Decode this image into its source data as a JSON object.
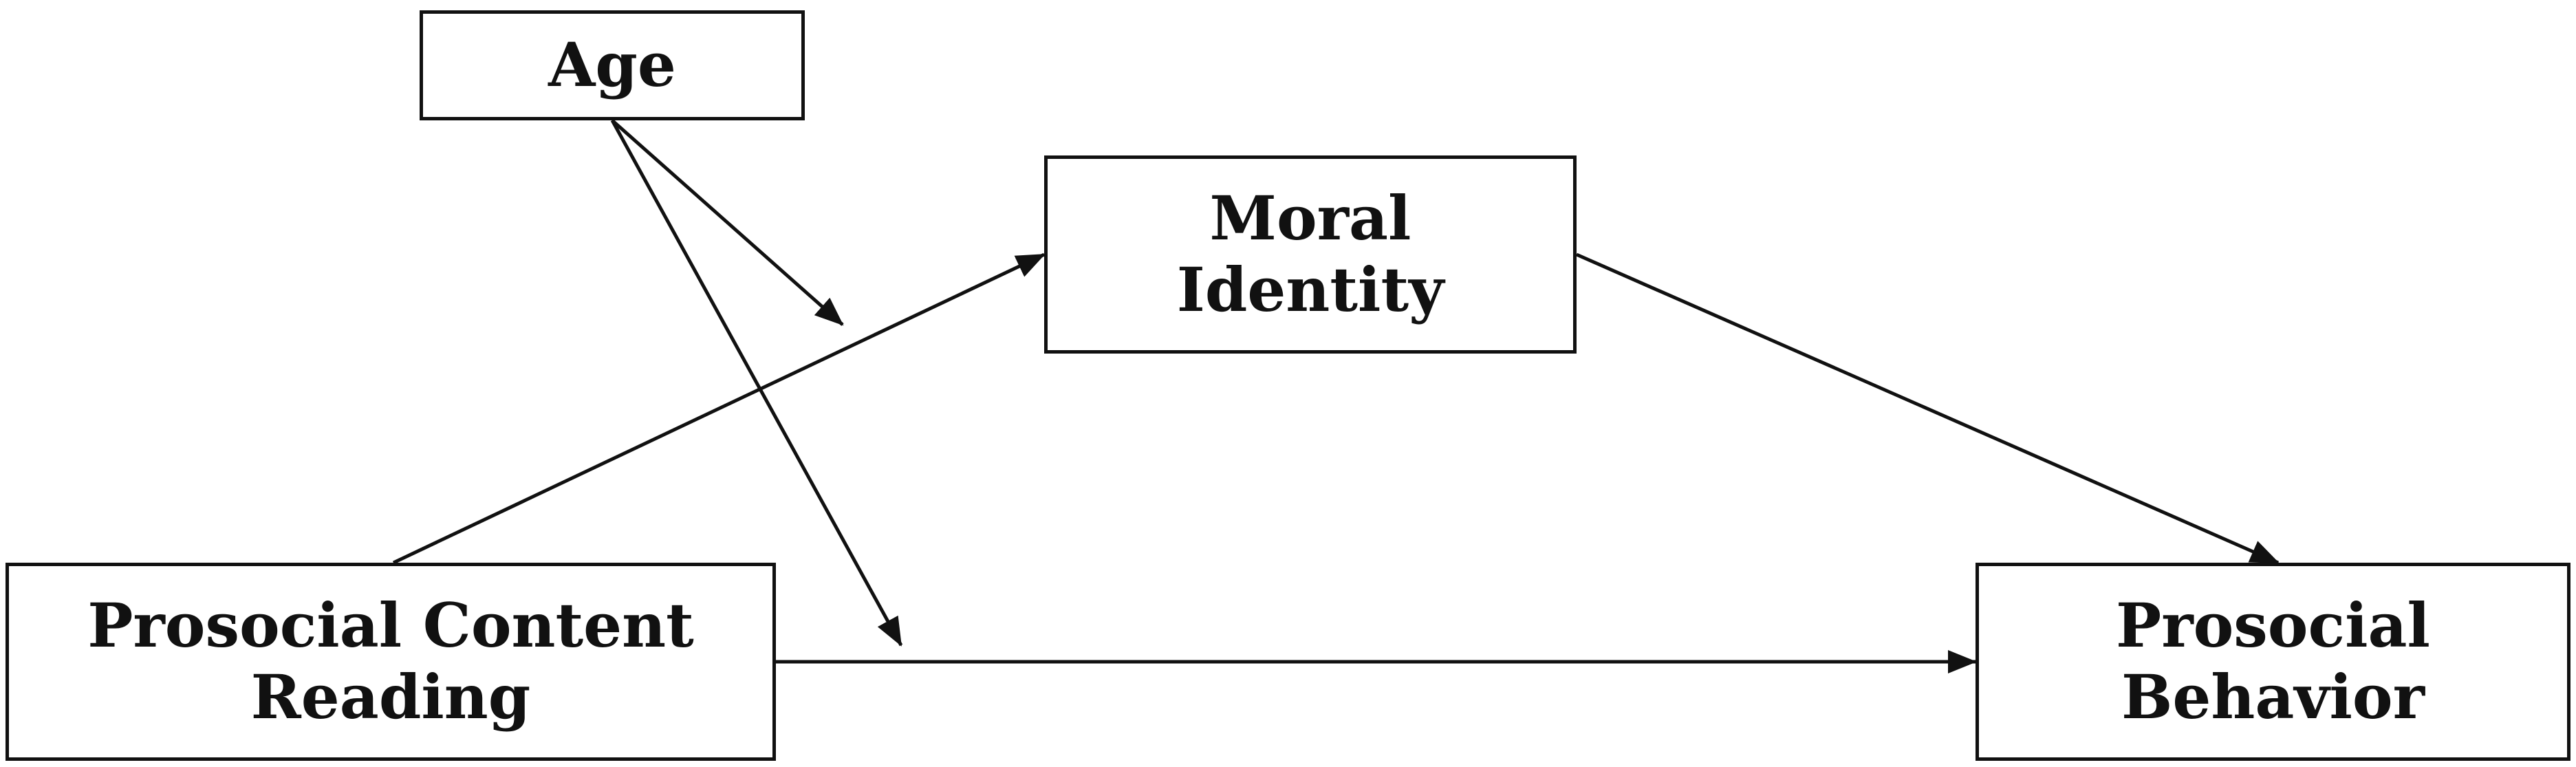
{
  "diagram": {
    "nodes": [
      {
        "id": "age",
        "label": "Age"
      },
      {
        "id": "moral_identity",
        "label": "Moral\nIdentity"
      },
      {
        "id": "prosocial_reading",
        "label": "Prosocial Content\nReading"
      },
      {
        "id": "prosocial_behavior",
        "label": "Prosocial\nBehavior"
      }
    ],
    "edges": [
      {
        "from": "prosocial_reading",
        "to": "moral_identity"
      },
      {
        "from": "moral_identity",
        "to": "prosocial_behavior"
      },
      {
        "from": "prosocial_reading",
        "to": "prosocial_behavior"
      },
      {
        "from": "age",
        "to": "path:prosocial_reading->moral_identity"
      },
      {
        "from": "age",
        "to": "path:prosocial_reading->prosocial_behavior"
      }
    ],
    "line_color": "#111111"
  }
}
